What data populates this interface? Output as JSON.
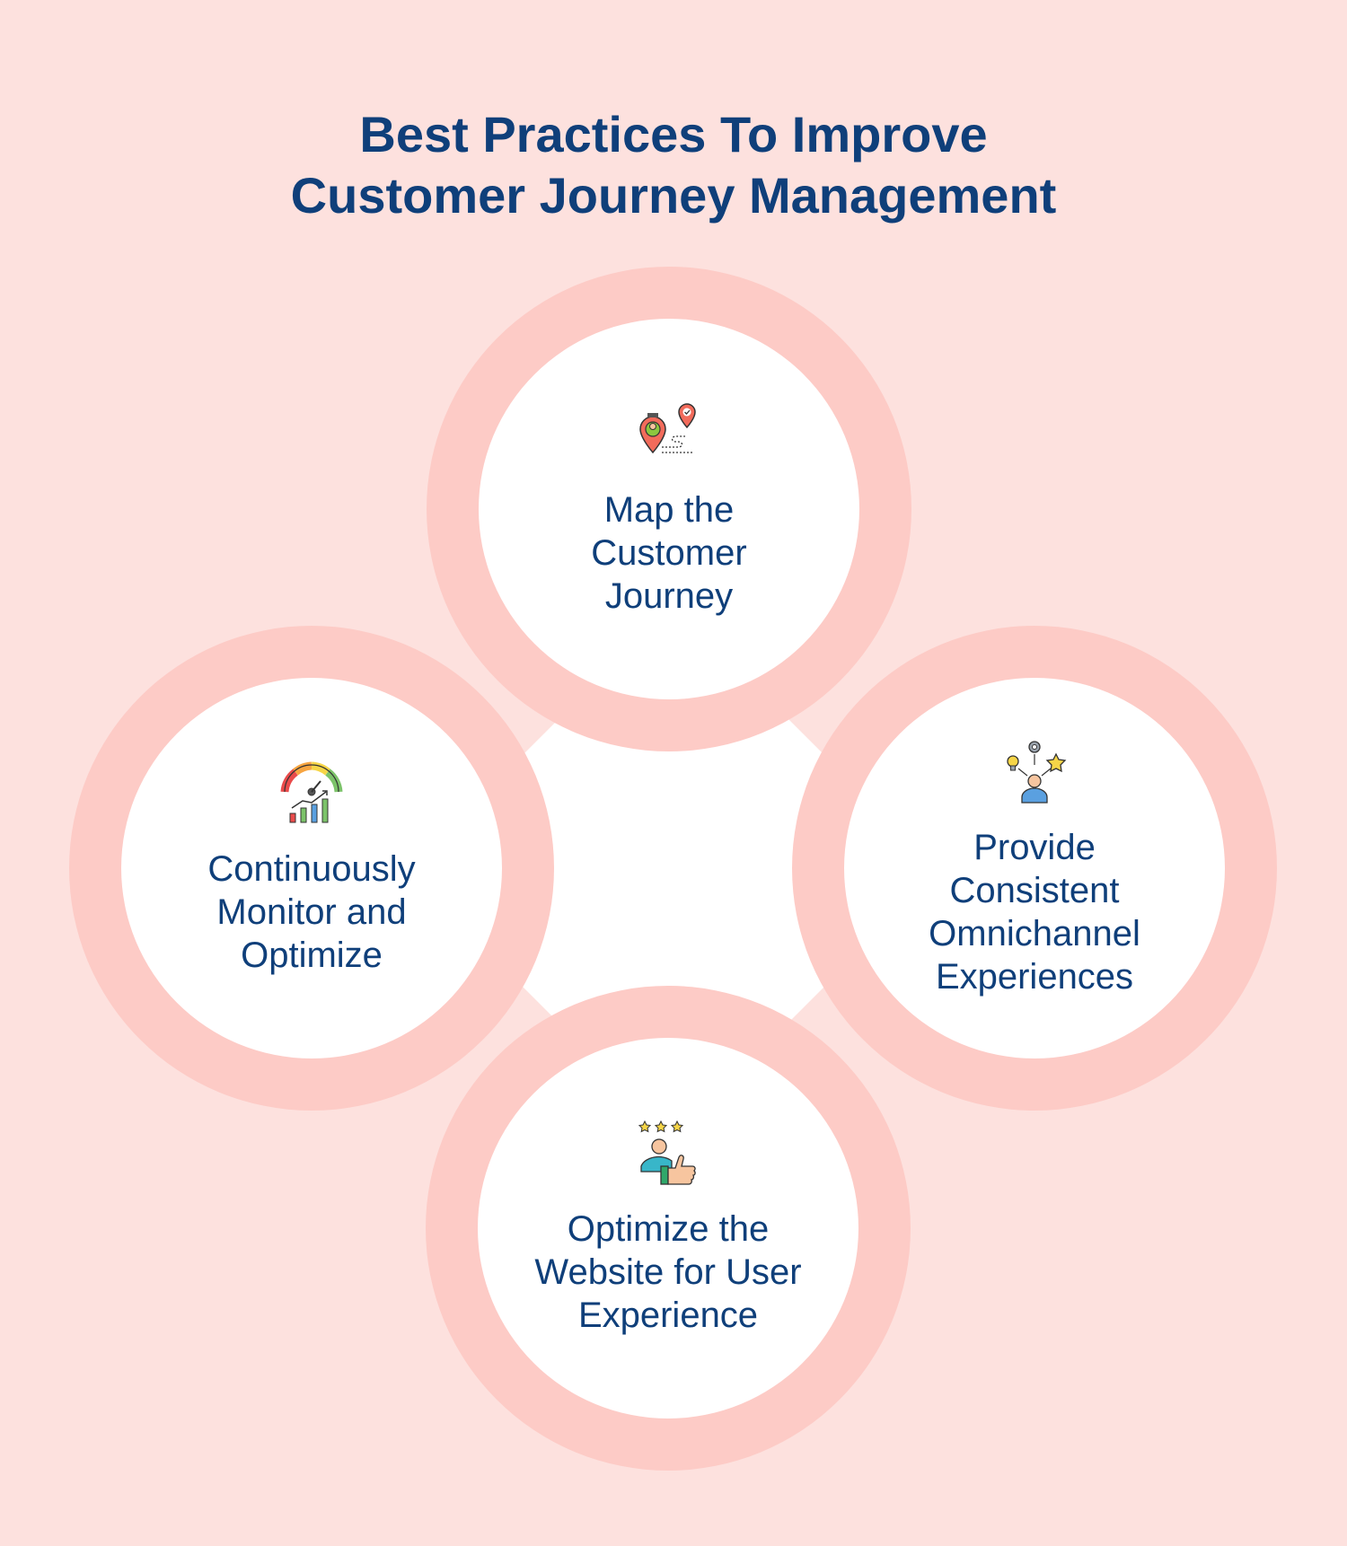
{
  "title": {
    "line1": "Best Practices To Improve",
    "line2": "Customer Journey Management"
  },
  "steps": [
    {
      "id": "top",
      "icon": "map-pin-journey-icon",
      "lines": [
        "Map the",
        "Customer",
        "Journey"
      ]
    },
    {
      "id": "left",
      "icon": "gauge-chart-icon",
      "lines": [
        "Continuously",
        "Monitor and",
        "Optimize"
      ]
    },
    {
      "id": "right",
      "icon": "person-ideas-icon",
      "lines": [
        "Provide",
        "Consistent",
        "Omnichannel",
        "Experiences"
      ]
    },
    {
      "id": "bottom",
      "icon": "thumbs-up-rating-icon",
      "lines": [
        "Optimize the",
        "Website for User",
        "Experience"
      ]
    }
  ],
  "colors": {
    "background": "#fde1de",
    "ring": "#fdcbc6",
    "circle": "#ffffff",
    "text": "#0f3f7a"
  }
}
